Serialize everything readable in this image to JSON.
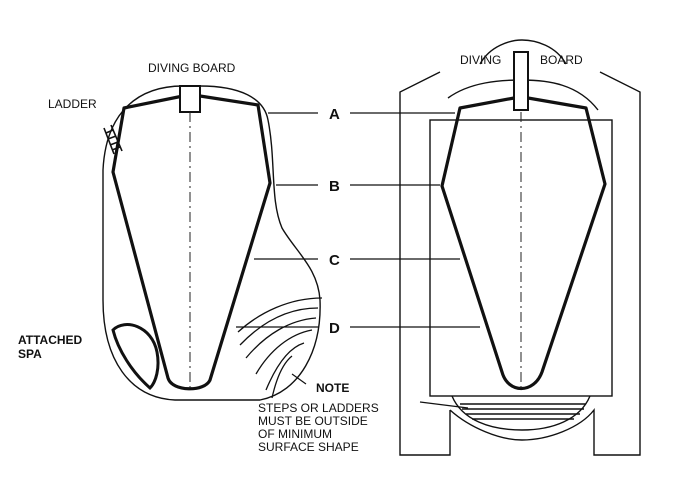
{
  "labels": {
    "diving_board_left": "DIVING BOARD",
    "ladder": "LADDER",
    "attached_spa_line1": "ATTACHED",
    "attached_spa_line2": "SPA",
    "a": "A",
    "b": "B",
    "c": "C",
    "d": "D",
    "diving_right": "DIVING",
    "board_right": "BOARD",
    "note_title": "NOTE",
    "note_line1": "STEPS OR LADDERS",
    "note_line2": "MUST BE OUTSIDE",
    "note_line3": "OF MINIMUM",
    "note_line4": "SURFACE SHAPE"
  }
}
